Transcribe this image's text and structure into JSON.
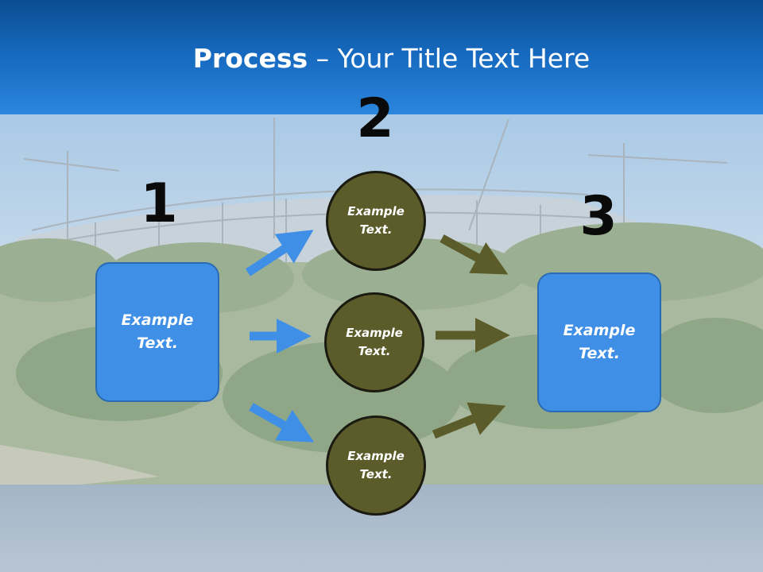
{
  "slide": {
    "title_bold": "Process",
    "title_rest": " – Your Title Text Here",
    "numbers": [
      "1",
      "2",
      "3"
    ],
    "left_box": "Example Text.",
    "right_box": "Example Text.",
    "circles": [
      "Example Text.",
      "Example Text.",
      "Example Text."
    ]
  },
  "colors": {
    "header": "#1568bd",
    "box_fill": "#3f8fe6",
    "circle_fill": "#5b5c2a",
    "arrow_blue": "#3f8fe6",
    "arrow_olive": "#5b5c2a"
  },
  "background": "construction-site-photo"
}
